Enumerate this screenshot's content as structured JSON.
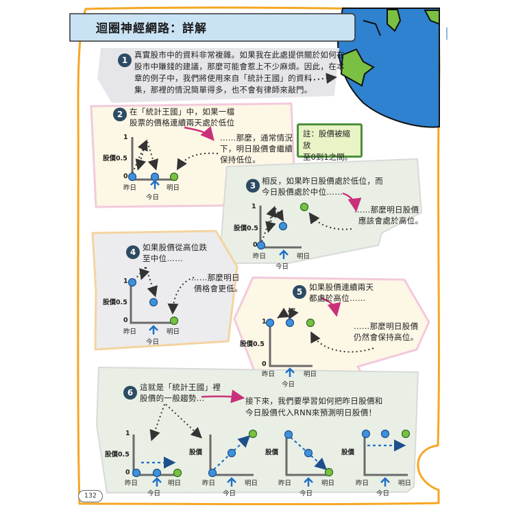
{
  "header": {
    "title": "迴圈神經網路：詳解"
  },
  "page_number": "132",
  "colors": {
    "accent_blue": "#3d92d9",
    "title_bar": "#c9e3f4",
    "earth_blue": "#2f82cf",
    "earth_green": "#7ac143",
    "note_border": "#4c8f3a",
    "arrow_magenta": "#c8317a",
    "axis_gray": "#6a6a6a",
    "frame_orange": "#f5a623"
  },
  "step1": {
    "badge": "1",
    "lines": [
      "真實股市中的資料非常複雜。如果我在此處提供關於如何在",
      "股市中賺錢的建議，那麼可能會惹上不少麻煩。因此，在本",
      "章的例子中，我們將使用來自「統計王國」的資料",
      "集，那裡的情況簡單得多，也不會有律師來敲門。"
    ]
  },
  "step2": {
    "badge": "2",
    "lines": [
      "在「統計王國」中，如果一檔",
      "股票的價格連續兩天處於低位"
    ],
    "result_lines": [
      "……那麼，通常情況",
      "下，明日股價會繼續",
      "保持低位。"
    ]
  },
  "note": {
    "lines": [
      "註：股價被縮放",
      "至0到1之間。"
    ]
  },
  "step3": {
    "badge": "3",
    "lines": [
      "相反，如果昨日股價處於低位，而",
      "今日股價處於中位……"
    ],
    "result_lines": [
      "……那麼明日股價",
      "應該會處於高位。"
    ]
  },
  "step4": {
    "badge": "4",
    "lines": [
      "如果股價從高位跌",
      "至中位……"
    ],
    "result_lines": [
      "……那麼明日",
      "價格會更低。"
    ]
  },
  "step5": {
    "badge": "5",
    "lines": [
      "如果股價連續兩天",
      "都處於高位……"
    ],
    "result_lines": [
      "……那麼明日股價",
      "仍然會保持高位。"
    ]
  },
  "step6": {
    "badge": "6",
    "lines": [
      "這就是「統計王國」裡",
      "股價的一般趨勢…"
    ],
    "result_lines": [
      "接下來，我們要學習如何把昨日股價和",
      "今日股價代入RNN來預測明日股價！"
    ]
  },
  "axis": {
    "y_label": "股價0.5",
    "y_label_short": "股價",
    "tick_1": "1",
    "tick_0": "0",
    "yesterday": "昨日",
    "today": "今日",
    "tomorrow": "明日"
  }
}
